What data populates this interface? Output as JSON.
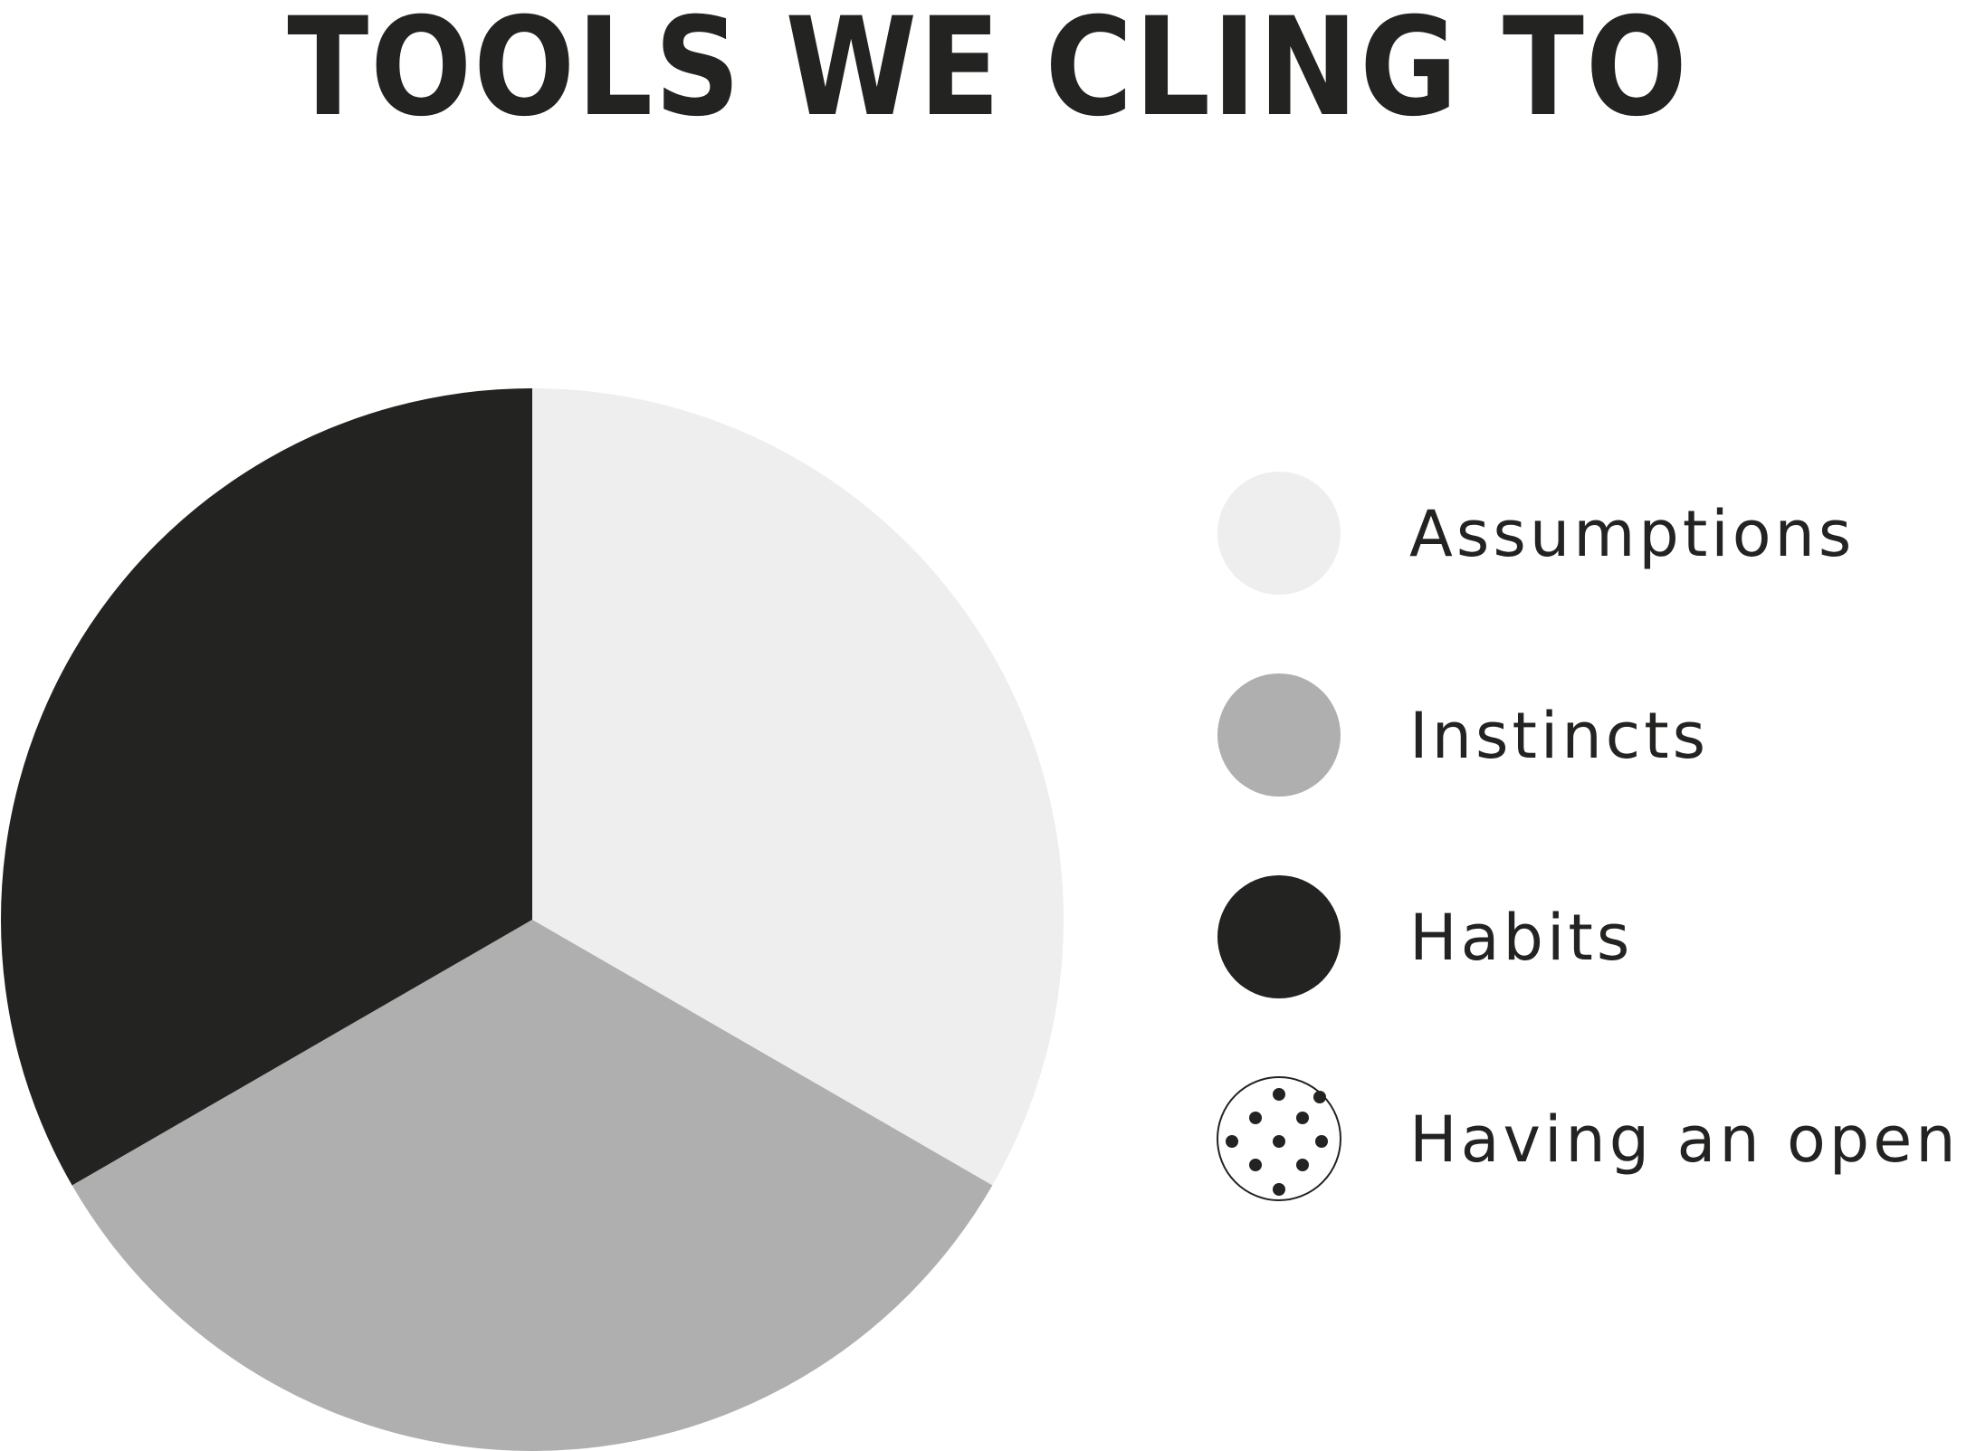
{
  "chart_data": {
    "type": "pie",
    "title": "TOOLS WE CLING TO",
    "categories": [
      "Assumptions",
      "Instincts",
      "Habits",
      "Having an open mind"
    ],
    "values": [
      33.33,
      33.33,
      33.33,
      0
    ],
    "colors": [
      "#eeeeee",
      "#afafaf",
      "#232322",
      "#ffffff"
    ],
    "legend_markers": [
      "solid",
      "solid",
      "solid",
      "dotted-outline"
    ],
    "legend_position": "right",
    "start_angle_deg": 0,
    "direction": "clockwise"
  }
}
